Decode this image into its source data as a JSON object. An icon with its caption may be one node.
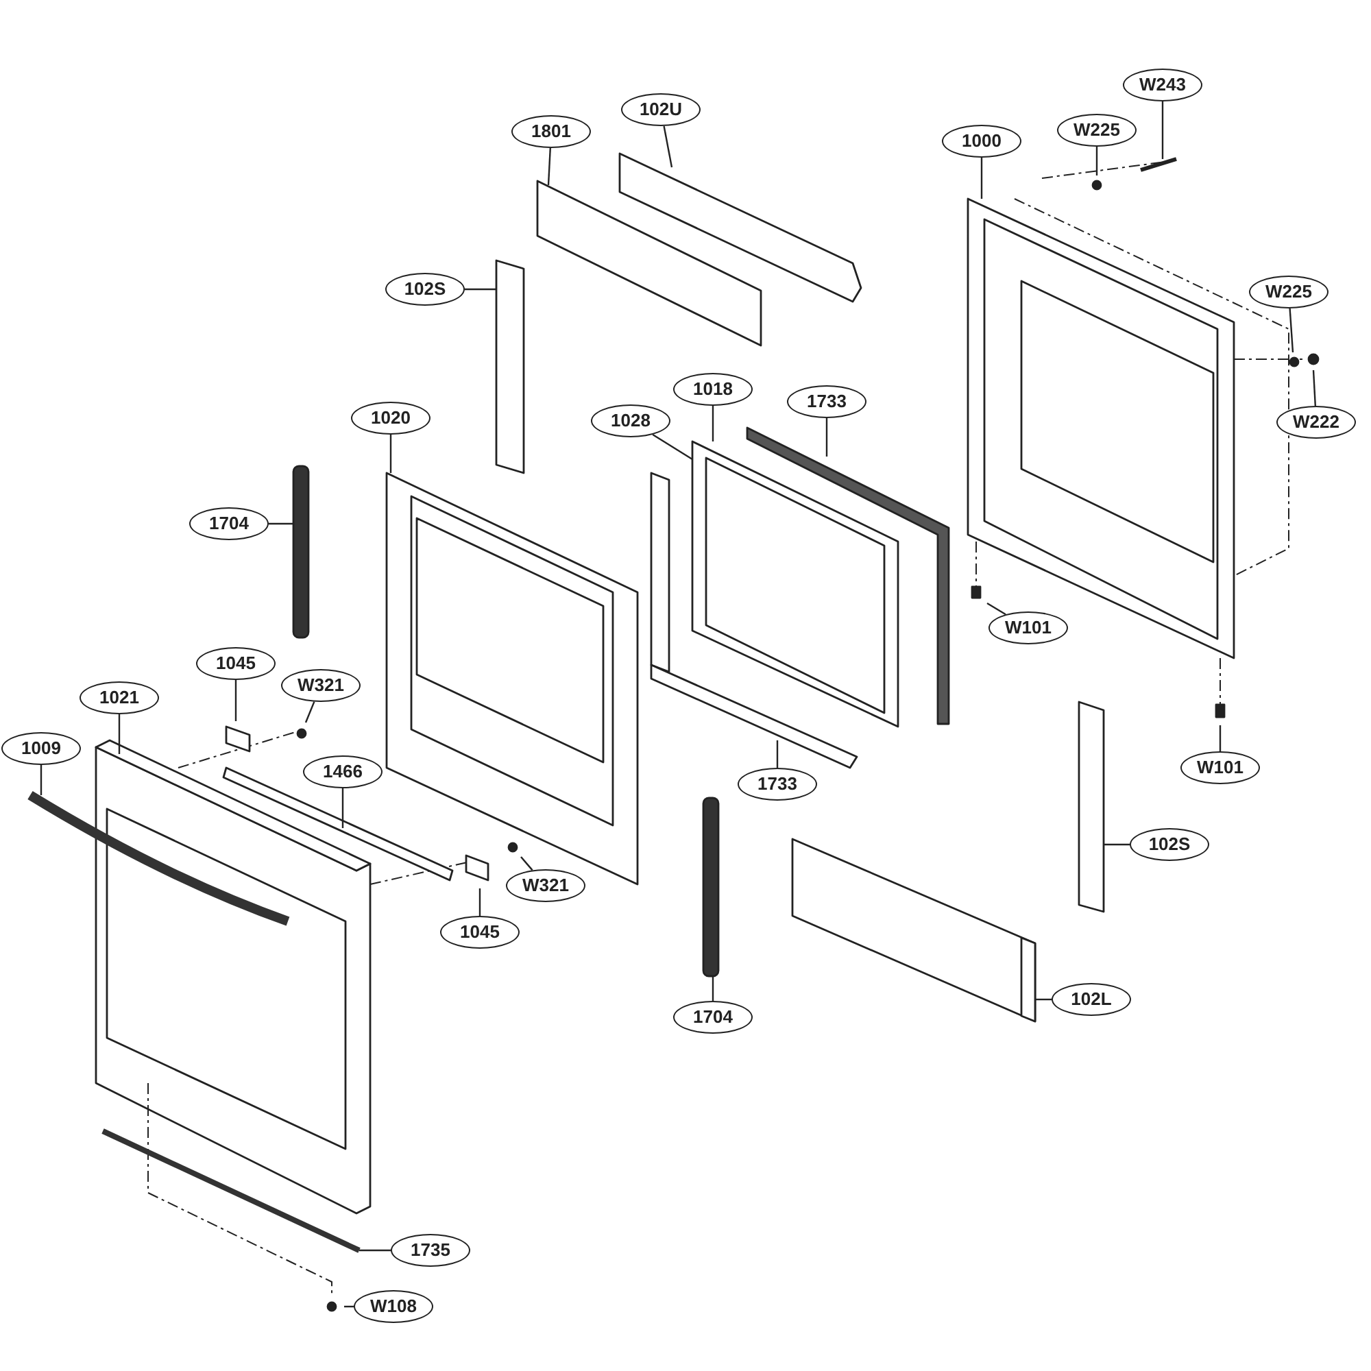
{
  "diagram": {
    "nodes": [
      {
        "text": [
          "1801"
        ]
      },
      {
        "text": [
          "102U"
        ]
      },
      {
        "text": [
          "1000"
        ]
      },
      {
        "text": [
          "W225"
        ]
      },
      {
        "text": [
          "W243"
        ]
      },
      {
        "text": [
          "102S"
        ]
      },
      {
        "text": [
          "W225"
        ]
      },
      {
        "text": [
          "W222"
        ]
      },
      {
        "text": [
          "1020"
        ]
      },
      {
        "text": [
          "1028"
        ]
      },
      {
        "text": [
          "1018"
        ]
      },
      {
        "text": [
          "1733"
        ]
      },
      {
        "text": [
          "1704"
        ]
      },
      {
        "text": [
          "W101"
        ]
      },
      {
        "text": [
          "1045"
        ]
      },
      {
        "text": [
          "W321"
        ]
      },
      {
        "text": [
          "1021"
        ]
      },
      {
        "text": [
          "1009"
        ]
      },
      {
        "text": [
          "1466"
        ]
      },
      {
        "text": [
          "1733"
        ]
      },
      {
        "text": [
          "W101"
        ]
      },
      {
        "text": [
          "W321"
        ]
      },
      {
        "text": [
          "1045"
        ]
      },
      {
        "text": [
          "102S"
        ]
      },
      {
        "text": [
          "1704"
        ]
      },
      {
        "text": [
          "102L"
        ]
      },
      {
        "text": [
          "1735"
        ]
      },
      {
        "text": [
          "W108"
        ]
      }
    ],
    "edges": [
      {
        "from": 0,
        "to": null,
        "arrow": "none"
      },
      {
        "from": 1,
        "to": null,
        "arrow": "none"
      },
      {
        "from": 2,
        "to": null,
        "arrow": "none"
      },
      {
        "from": 3,
        "to": null,
        "arrow": "none"
      },
      {
        "from": 4,
        "to": null,
        "arrow": "none"
      },
      {
        "from": 5,
        "to": null,
        "arrow": "none"
      },
      {
        "from": 6,
        "to": null,
        "arrow": "none"
      },
      {
        "from": 7,
        "to": null,
        "arrow": "none"
      },
      {
        "from": 8,
        "to": null,
        "arrow": "none"
      },
      {
        "from": 9,
        "to": null,
        "arrow": "none"
      },
      {
        "from": 10,
        "to": null,
        "arrow": "none"
      },
      {
        "from": 11,
        "to": null,
        "arrow": "none"
      },
      {
        "from": 12,
        "to": null,
        "arrow": "none"
      },
      {
        "from": 13,
        "to": null,
        "arrow": "none"
      },
      {
        "from": 14,
        "to": null,
        "arrow": "none"
      },
      {
        "from": 15,
        "to": null,
        "arrow": "none"
      },
      {
        "from": 16,
        "to": null,
        "arrow": "none"
      },
      {
        "from": 17,
        "to": null,
        "arrow": "none"
      },
      {
        "from": 18,
        "to": null,
        "arrow": "none"
      },
      {
        "from": 19,
        "to": null,
        "arrow": "none"
      },
      {
        "from": 20,
        "to": null,
        "arrow": "none"
      },
      {
        "from": 21,
        "to": null,
        "arrow": "none"
      },
      {
        "from": 22,
        "to": null,
        "arrow": "none"
      },
      {
        "from": 23,
        "to": null,
        "arrow": "none"
      },
      {
        "from": 24,
        "to": null,
        "arrow": "none"
      },
      {
        "from": 25,
        "to": null,
        "arrow": "none"
      },
      {
        "from": 26,
        "to": null,
        "arrow": "none"
      },
      {
        "from": 27,
        "to": null,
        "arrow": "none"
      }
    ]
  }
}
